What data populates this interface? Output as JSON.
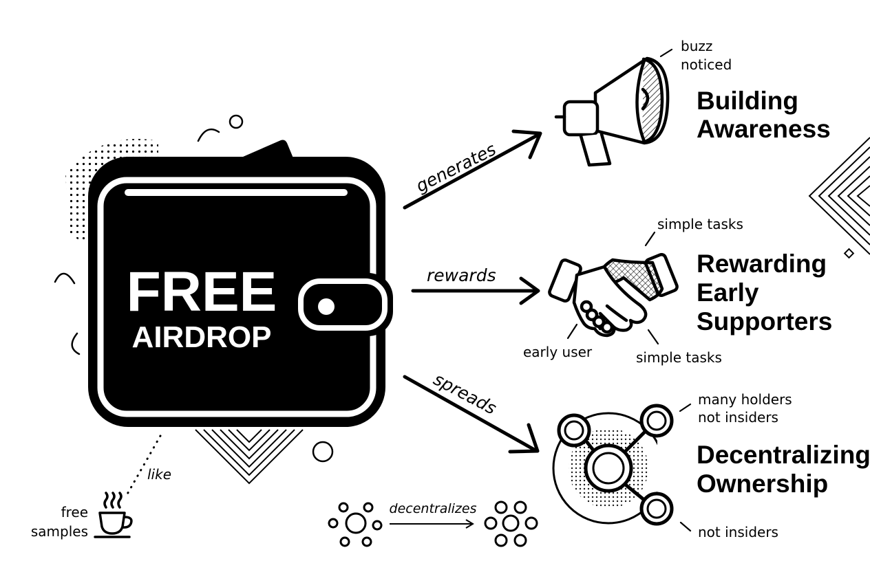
{
  "wallet": {
    "line1": "FREE",
    "line2": "AIRDROP"
  },
  "arrows": {
    "top": "generates",
    "middle": "rewards",
    "bottom": "spreads"
  },
  "outcomes": {
    "awareness": {
      "line1": "Building",
      "line2": "Awareness",
      "note_line1": "buzz",
      "note_line2": "noticed",
      "icon": "megaphone-icon"
    },
    "rewarding": {
      "line1": "Rewarding",
      "line2": "Early",
      "line3": "Supporters",
      "note_top": "simple tasks",
      "note_left": "early user",
      "note_bottom": "simple tasks",
      "icon": "handshake-icon"
    },
    "decentralizing": {
      "line1": "Decentralizing",
      "line2": "Ownership",
      "note_top_line1": "many holders",
      "note_top_line2": "not insiders",
      "note_bottom": "not insiders",
      "icon": "network-nodes-icon"
    }
  },
  "analogy": {
    "like_label": "like",
    "line1": "free",
    "line2": "samples",
    "icon": "coffee-cup-icon"
  },
  "decentralize_demo": {
    "label": "decentralizes"
  },
  "colors": {
    "ink": "#000000",
    "paper": "#ffffff",
    "hatch_gray": "#555555"
  }
}
